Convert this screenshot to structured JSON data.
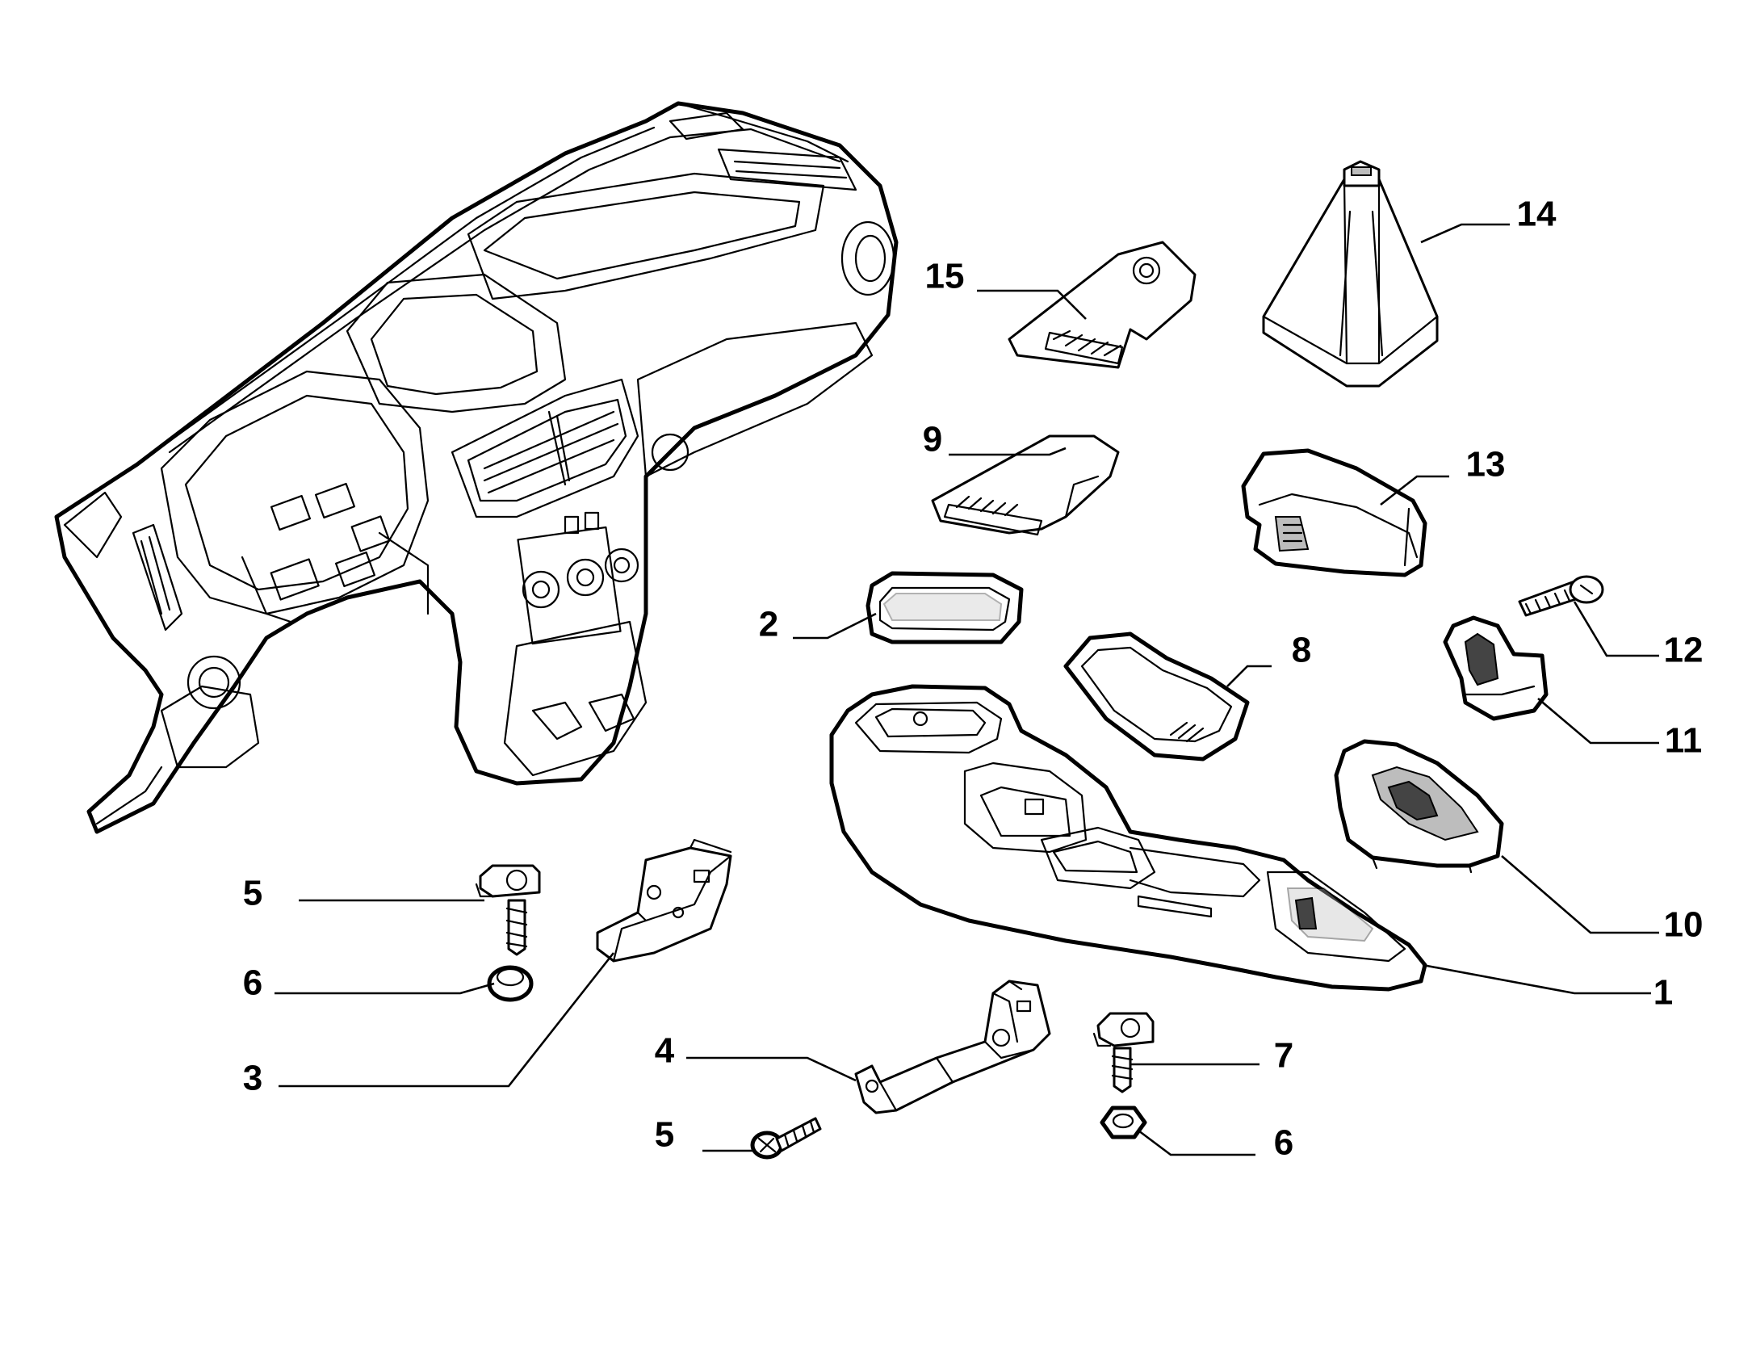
{
  "callouts": [
    {
      "id": "1",
      "label": "1"
    },
    {
      "id": "2",
      "label": "2"
    },
    {
      "id": "3",
      "label": "3"
    },
    {
      "id": "4",
      "label": "4"
    },
    {
      "id": "5a",
      "label": "5"
    },
    {
      "id": "5b",
      "label": "5"
    },
    {
      "id": "6a",
      "label": "6"
    },
    {
      "id": "6b",
      "label": "6"
    },
    {
      "id": "7",
      "label": "7"
    },
    {
      "id": "8",
      "label": "8"
    },
    {
      "id": "9",
      "label": "9"
    },
    {
      "id": "10",
      "label": "10"
    },
    {
      "id": "11",
      "label": "11"
    },
    {
      "id": "12",
      "label": "12"
    },
    {
      "id": "13",
      "label": "13"
    },
    {
      "id": "14",
      "label": "14"
    },
    {
      "id": "15",
      "label": "15"
    }
  ]
}
